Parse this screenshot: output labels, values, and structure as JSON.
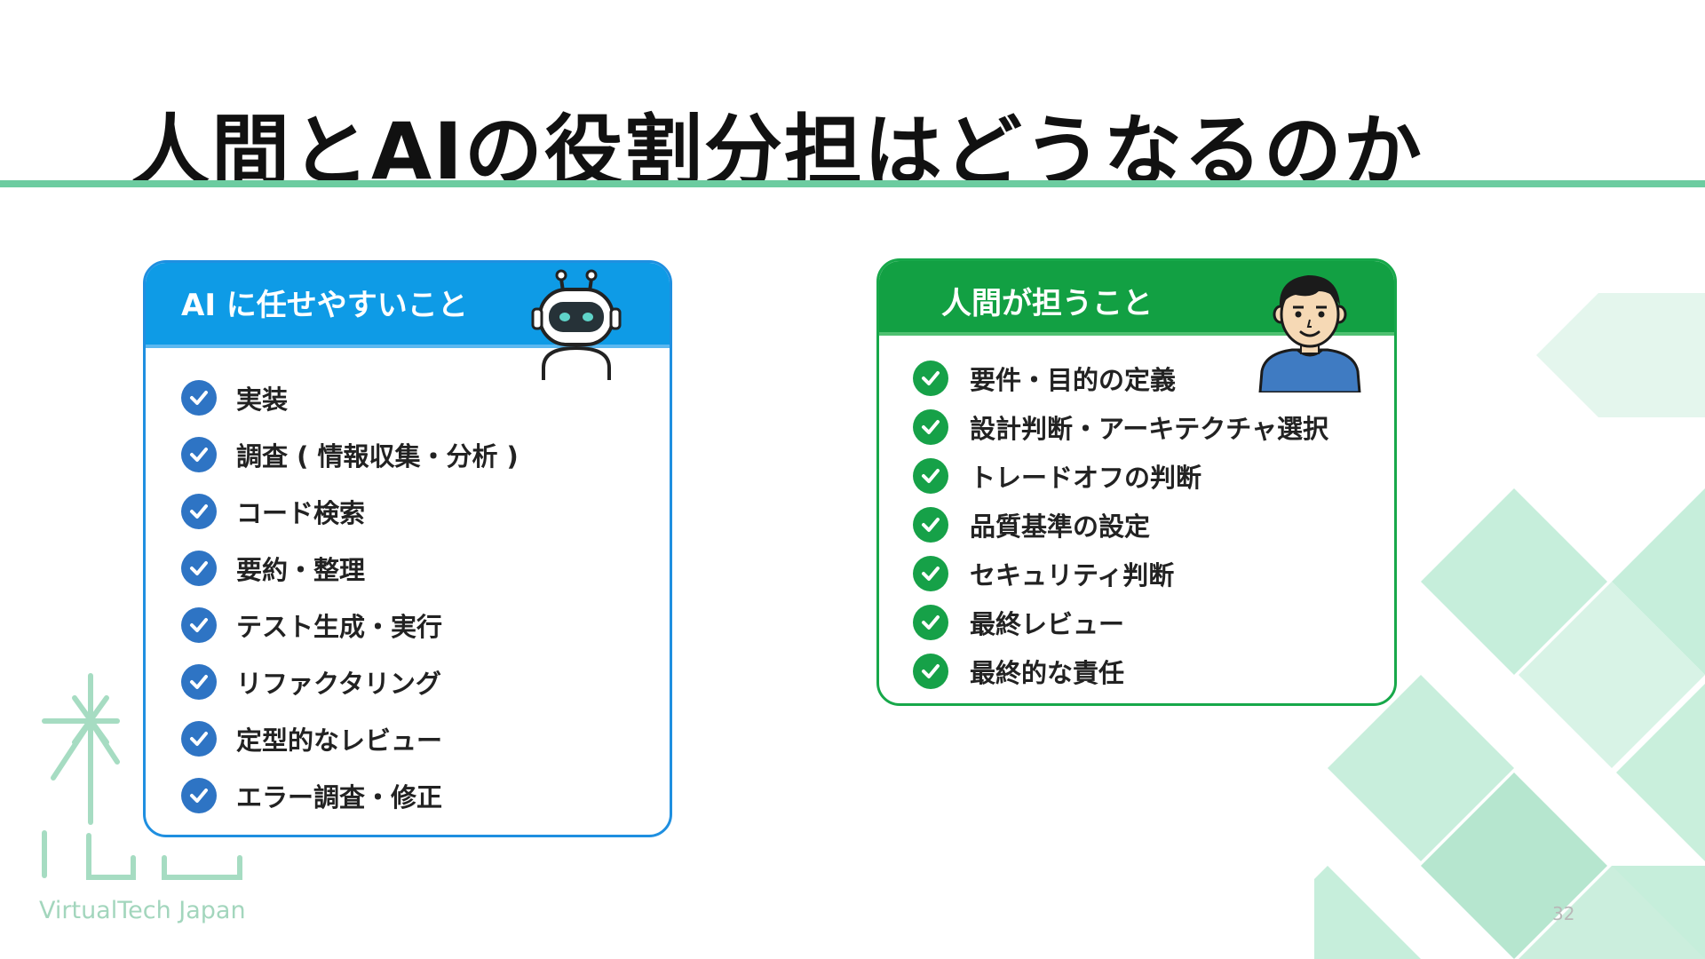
{
  "slide": {
    "title": "人間とAIの役割分担はどうなるのか",
    "page_number": "32"
  },
  "ai_card": {
    "title": "AI に任せやすいこと",
    "icon": "robot-icon",
    "accent_color": "#0e9be6",
    "items": [
      "実装",
      "調査 ( 情報収集・分析 )",
      "コード検索",
      "要約・整理",
      "テスト生成・実行",
      "リファクタリング",
      "定型的なレビュー",
      "エラー調査・修正"
    ]
  },
  "human_card": {
    "title": "人間が担うこと",
    "icon": "person-icon",
    "accent_color": "#12a043",
    "items": [
      "要件・目的の定義",
      "設計判断・アーキテクチャ選択",
      "トレードオフの判断",
      "品質基準の設定",
      "セキュリティ判断",
      "最終レビュー",
      "最終的な責任"
    ]
  },
  "branding": {
    "logo_text": "VirtualTech Japan",
    "accent_color": "#6ccca0"
  }
}
